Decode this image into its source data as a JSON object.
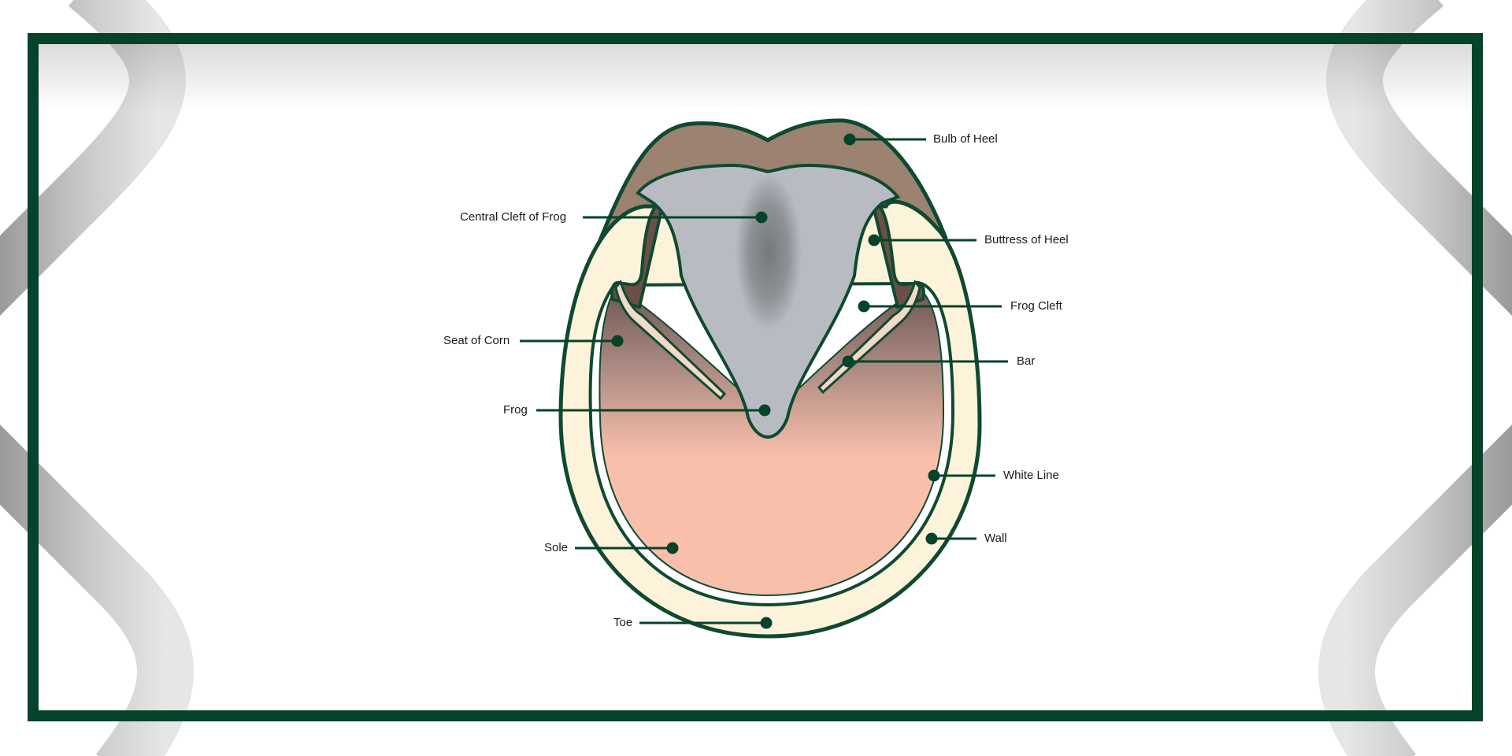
{
  "colors": {
    "frame": "#05432a",
    "outline": "#0f4a30",
    "wall": "#fdf3da",
    "sole": "#f8bfab",
    "heel_bulb": "#9c8270",
    "frog": "#b8bcc2",
    "frog_cleft": "#7f8287",
    "label_text": "#1a1a1a"
  },
  "labels": {
    "bulb_of_heel": "Bulb of Heel",
    "central_cleft_of_frog": "Central Cleft of Frog",
    "buttress_of_heel": "Buttress of Heel",
    "frog_cleft": "Frog Cleft",
    "seat_of_corn": "Seat of Corn",
    "bar": "Bar",
    "frog": "Frog",
    "white_line": "White Line",
    "wall": "Wall",
    "sole": "Sole",
    "toe": "Toe"
  }
}
